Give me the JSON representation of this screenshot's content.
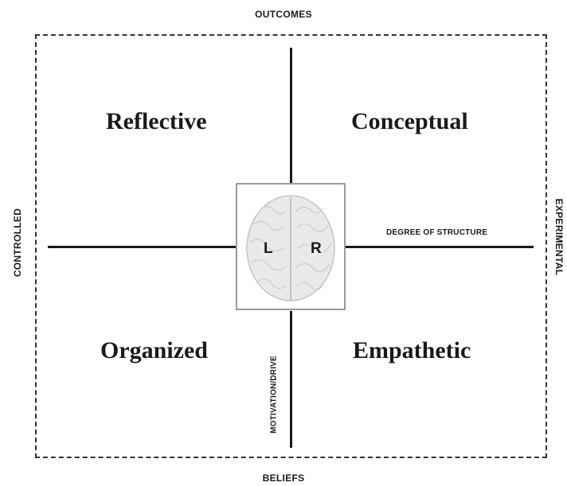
{
  "edges": {
    "top": "OUTCOMES",
    "bottom": "BELIEFS",
    "left": "CONTROLLED",
    "right": "EXPERIMENTAL"
  },
  "quadrants": {
    "top_left": "Reflective",
    "top_right": "Conceptual",
    "bottom_left": "Organized",
    "bottom_right": "Empathetic"
  },
  "axes": {
    "horizontal_label": "DEGREE OF STRUCTURE",
    "vertical_label": "MOTIVATION/DRIVE"
  },
  "brain": {
    "left_label": "L",
    "right_label": "R",
    "icon": "brain-icon"
  }
}
